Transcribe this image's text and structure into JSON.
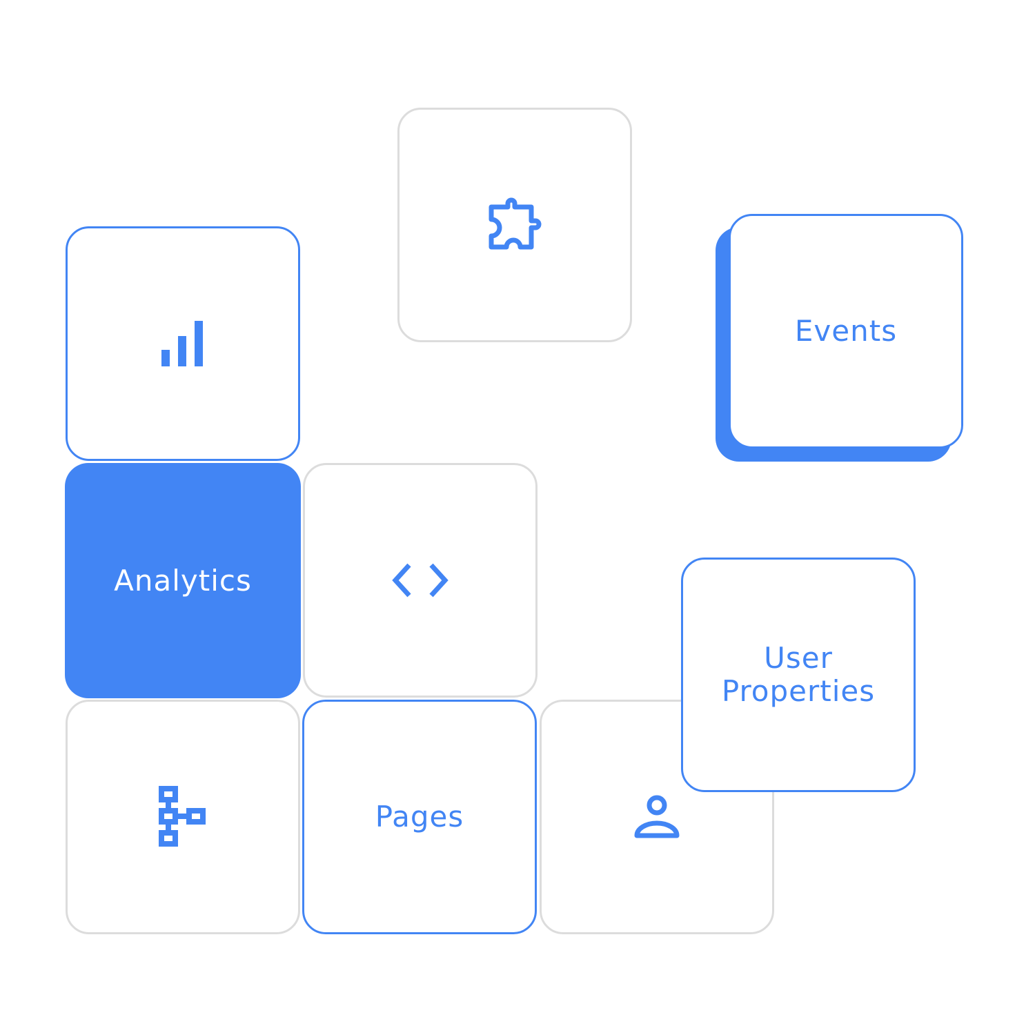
{
  "colors": {
    "accent": "#4285f4",
    "tile_border": "#dcdcdc"
  },
  "tiles": {
    "analytics": {
      "label": "Analytics"
    },
    "events": {
      "label": "Events"
    },
    "pages": {
      "label": "Pages"
    },
    "user_properties": {
      "line1": "User",
      "line2": "Properties"
    }
  },
  "icons": [
    "puzzle-icon",
    "bar-chart-icon",
    "code-icon",
    "hierarchy-icon",
    "person-icon"
  ]
}
